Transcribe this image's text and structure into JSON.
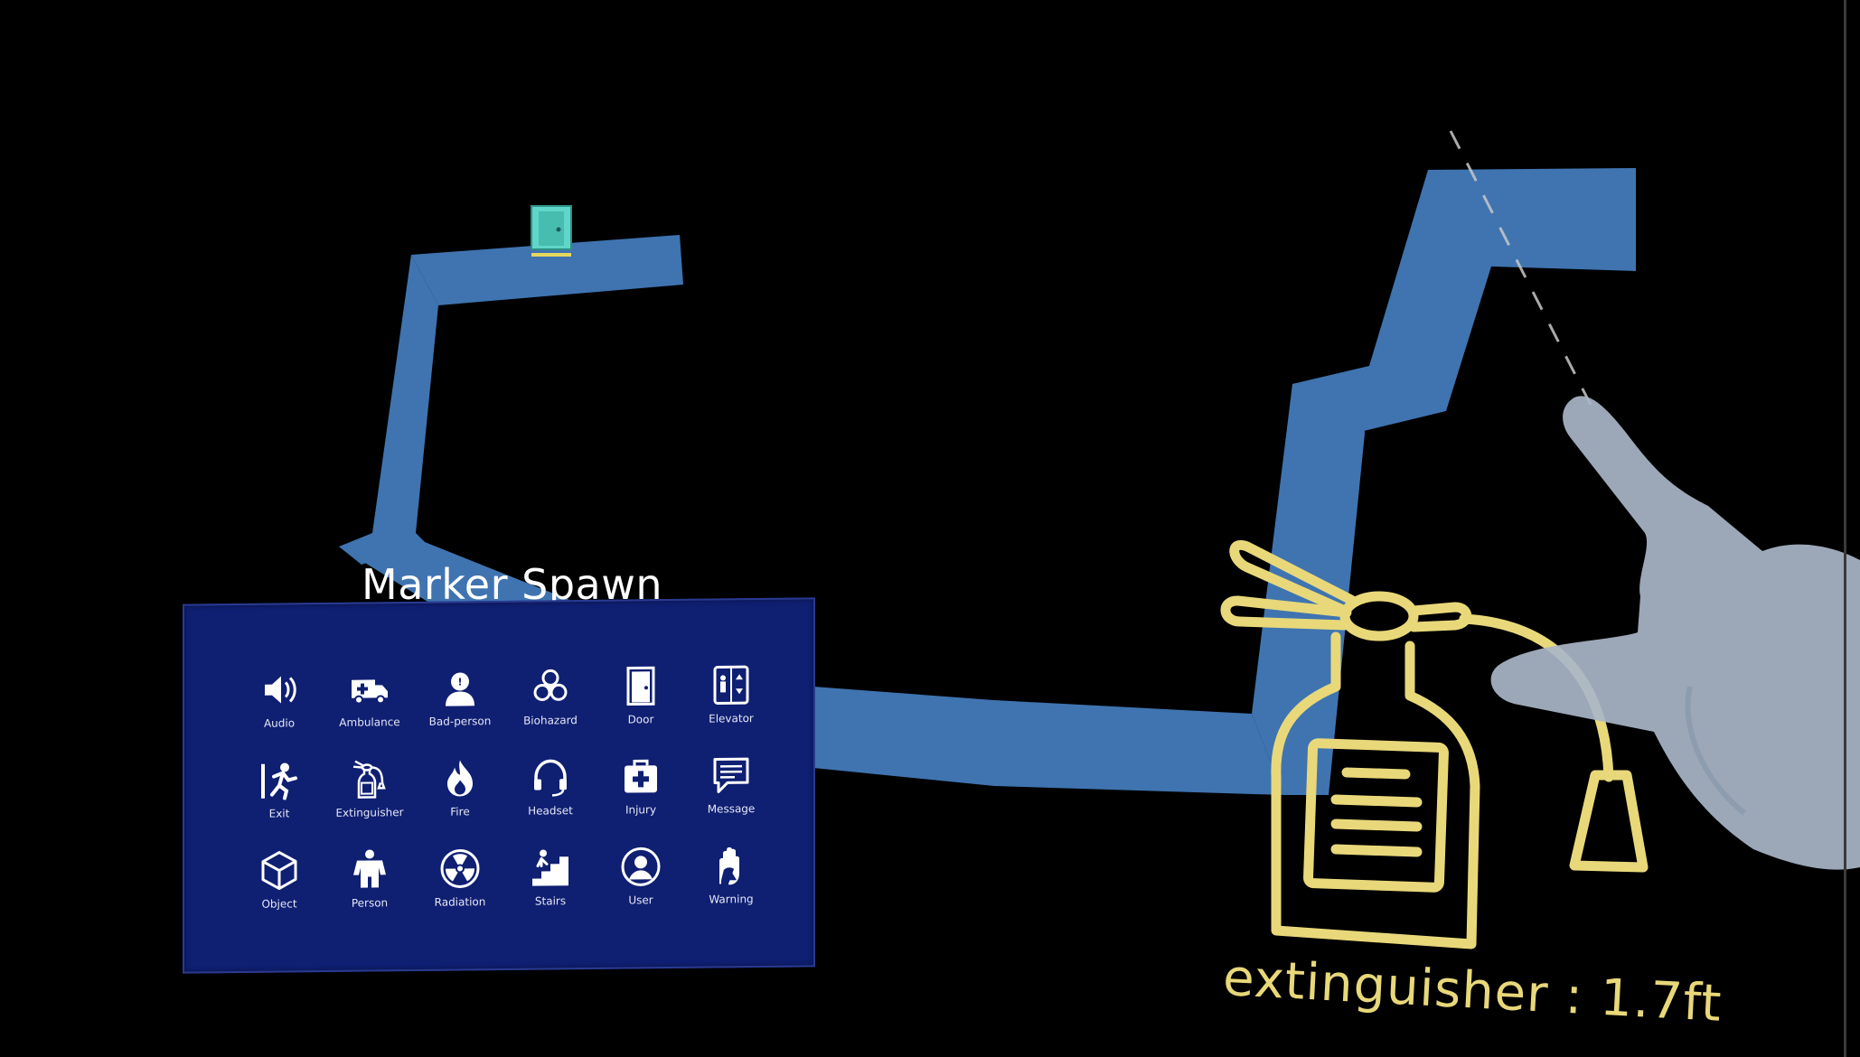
{
  "marker_panel": {
    "title": "Marker Spawn",
    "items": [
      {
        "label": "Audio",
        "icon": "audio-icon"
      },
      {
        "label": "Ambulance",
        "icon": "ambulance-icon"
      },
      {
        "label": "Bad-person",
        "icon": "bad-person-icon"
      },
      {
        "label": "Biohazard",
        "icon": "biohazard-icon"
      },
      {
        "label": "Door",
        "icon": "door-icon"
      },
      {
        "label": "Elevator",
        "icon": "elevator-icon"
      },
      {
        "label": "Exit",
        "icon": "exit-icon"
      },
      {
        "label": "Extinguisher",
        "icon": "extinguisher-icon"
      },
      {
        "label": "Fire",
        "icon": "fire-icon"
      },
      {
        "label": "Headset",
        "icon": "headset-icon"
      },
      {
        "label": "Injury",
        "icon": "injury-icon"
      },
      {
        "label": "Message",
        "icon": "message-icon"
      },
      {
        "label": "Object",
        "icon": "object-icon"
      },
      {
        "label": "Person",
        "icon": "person-icon"
      },
      {
        "label": "Radiation",
        "icon": "radiation-icon"
      },
      {
        "label": "Stairs",
        "icon": "stairs-icon"
      },
      {
        "label": "User",
        "icon": "user-icon"
      },
      {
        "label": "Warning",
        "icon": "warning-icon"
      }
    ]
  },
  "placed_marker": {
    "label": "extinguisher : 1.7ft",
    "icon": "extinguisher-hologram-icon",
    "color": "#e8d87a"
  },
  "door_marker": {
    "icon": "door-marker-icon",
    "color": "#5fd6c8"
  },
  "path": {
    "color": "#3f74b0"
  },
  "hand": {
    "icon": "hand-pointer-icon"
  }
}
